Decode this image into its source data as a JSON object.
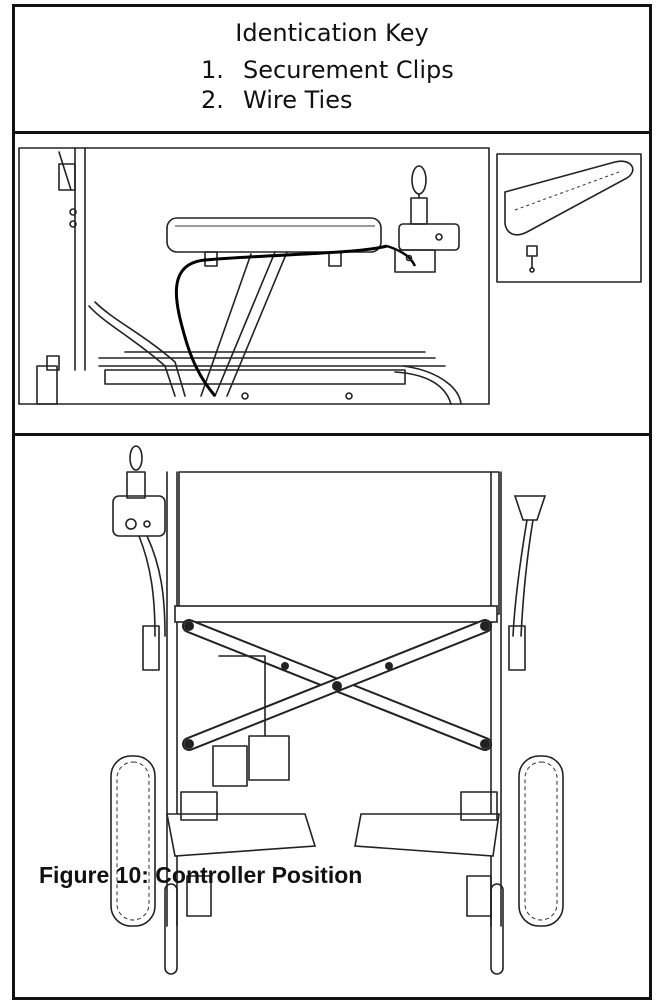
{
  "key": {
    "title": "Identication Key",
    "items": [
      {
        "num": "1.",
        "label": "Securement Clips"
      },
      {
        "num": "2.",
        "label": "Wire Ties"
      }
    ]
  },
  "figure": {
    "caption": "Figure 10: Controller Position"
  },
  "icons": [
    "joystick-controller",
    "wheelchair-side-view",
    "wheelchair-front-view",
    "securement-clip-detail"
  ]
}
